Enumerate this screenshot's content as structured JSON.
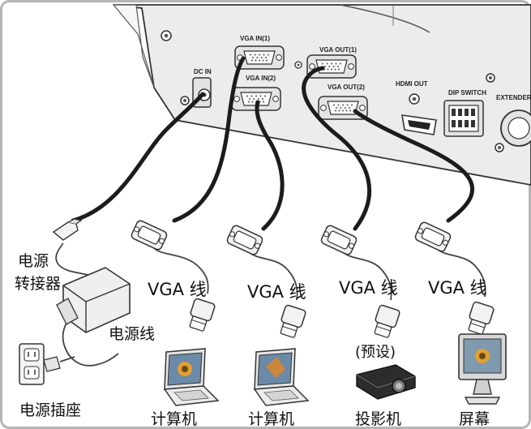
{
  "ports": {
    "dc_in": "DC IN",
    "vga_in_1": "VGA IN(1)",
    "vga_in_2": "VGA IN(2)",
    "vga_out_1": "VGA OUT(1)",
    "vga_out_2": "VGA OUT(2)",
    "hdmi_out": "HDMI OUT",
    "dip_switch": "DIP SWITCH",
    "extender": "EXTENDER"
  },
  "labels": {
    "power_adapter_line1": "电源",
    "power_adapter_line2": "转接器",
    "power_cord": "电源线",
    "power_outlet": "电源插座",
    "vga_cable": "VGA  线",
    "computer": "计算机",
    "projector_default": "(预设)",
    "projector": "投影机",
    "monitor": "屏幕"
  },
  "colors": {
    "cable": "#1c1c1c",
    "panel": "#e9e9e9",
    "outline": "#333333",
    "frame": "#b5b5b5"
  }
}
